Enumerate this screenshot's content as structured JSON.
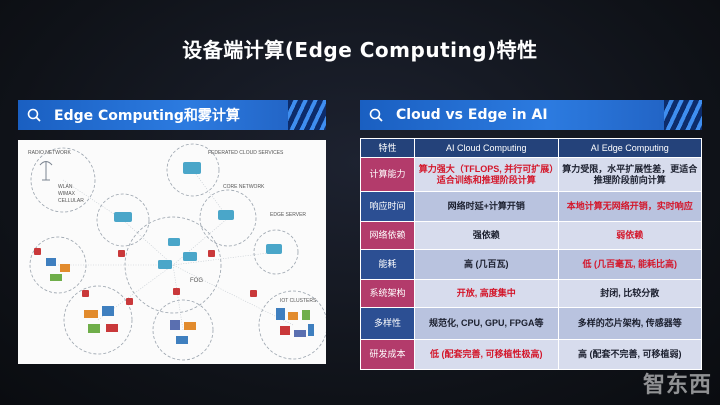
{
  "title": "设备端计算(Edge Computing)特性",
  "left_panel": {
    "banner": "Edge Computing和雾计算",
    "diagram": {
      "radio_network": "RADIO NETWORK",
      "wlan": "WLAN",
      "wimax": "WIMAX",
      "cellular": "CELLULAR",
      "federated": "FEDERATED CLOUD SERVICES",
      "core_network": "CORE NETWORK",
      "edge_server": "EDGE SERVER",
      "fog": "FOG",
      "iot_cluster": "IOT CLUSTERS"
    }
  },
  "right_panel": {
    "banner": "Cloud vs Edge in AI",
    "headers": [
      "特性",
      "AI Cloud Computing",
      "AI Edge Computing"
    ],
    "rows": [
      {
        "feature": "计算能力",
        "cloud": "算力强大（TFLOPS, 并行可扩展）适合训练和推理阶段计算",
        "edge": "算力受限，水平扩展性差，更适合推理阶段前向计算"
      },
      {
        "feature": "响应时间",
        "cloud": "网络时延+计算开销",
        "edge": "本地计算无网络开销，实时响应"
      },
      {
        "feature": "网络依赖",
        "cloud": "强依赖",
        "edge": "弱依赖"
      },
      {
        "feature": "能耗",
        "cloud": "高 (几百瓦)",
        "edge": "低 (几百毫瓦, 能耗比高)"
      },
      {
        "feature": "系统架构",
        "cloud": "开放, 高度集中",
        "edge": "封闭, 比较分散"
      },
      {
        "feature": "多样性",
        "cloud": "规范化, CPU, GPU, FPGA等",
        "edge": "多样的芯片架构, 传感器等"
      },
      {
        "feature": "研发成本",
        "cloud": "低 (配套完善, 可移植性极高)",
        "edge": "高 (配套不完善, 可移植弱)"
      }
    ]
  },
  "watermark": "智东西",
  "colors": {
    "banner_blue": "#2c7be0",
    "header_navy": "#24427a",
    "feature_magenta": "#b33b6b",
    "highlight_red": "#d4162a"
  }
}
